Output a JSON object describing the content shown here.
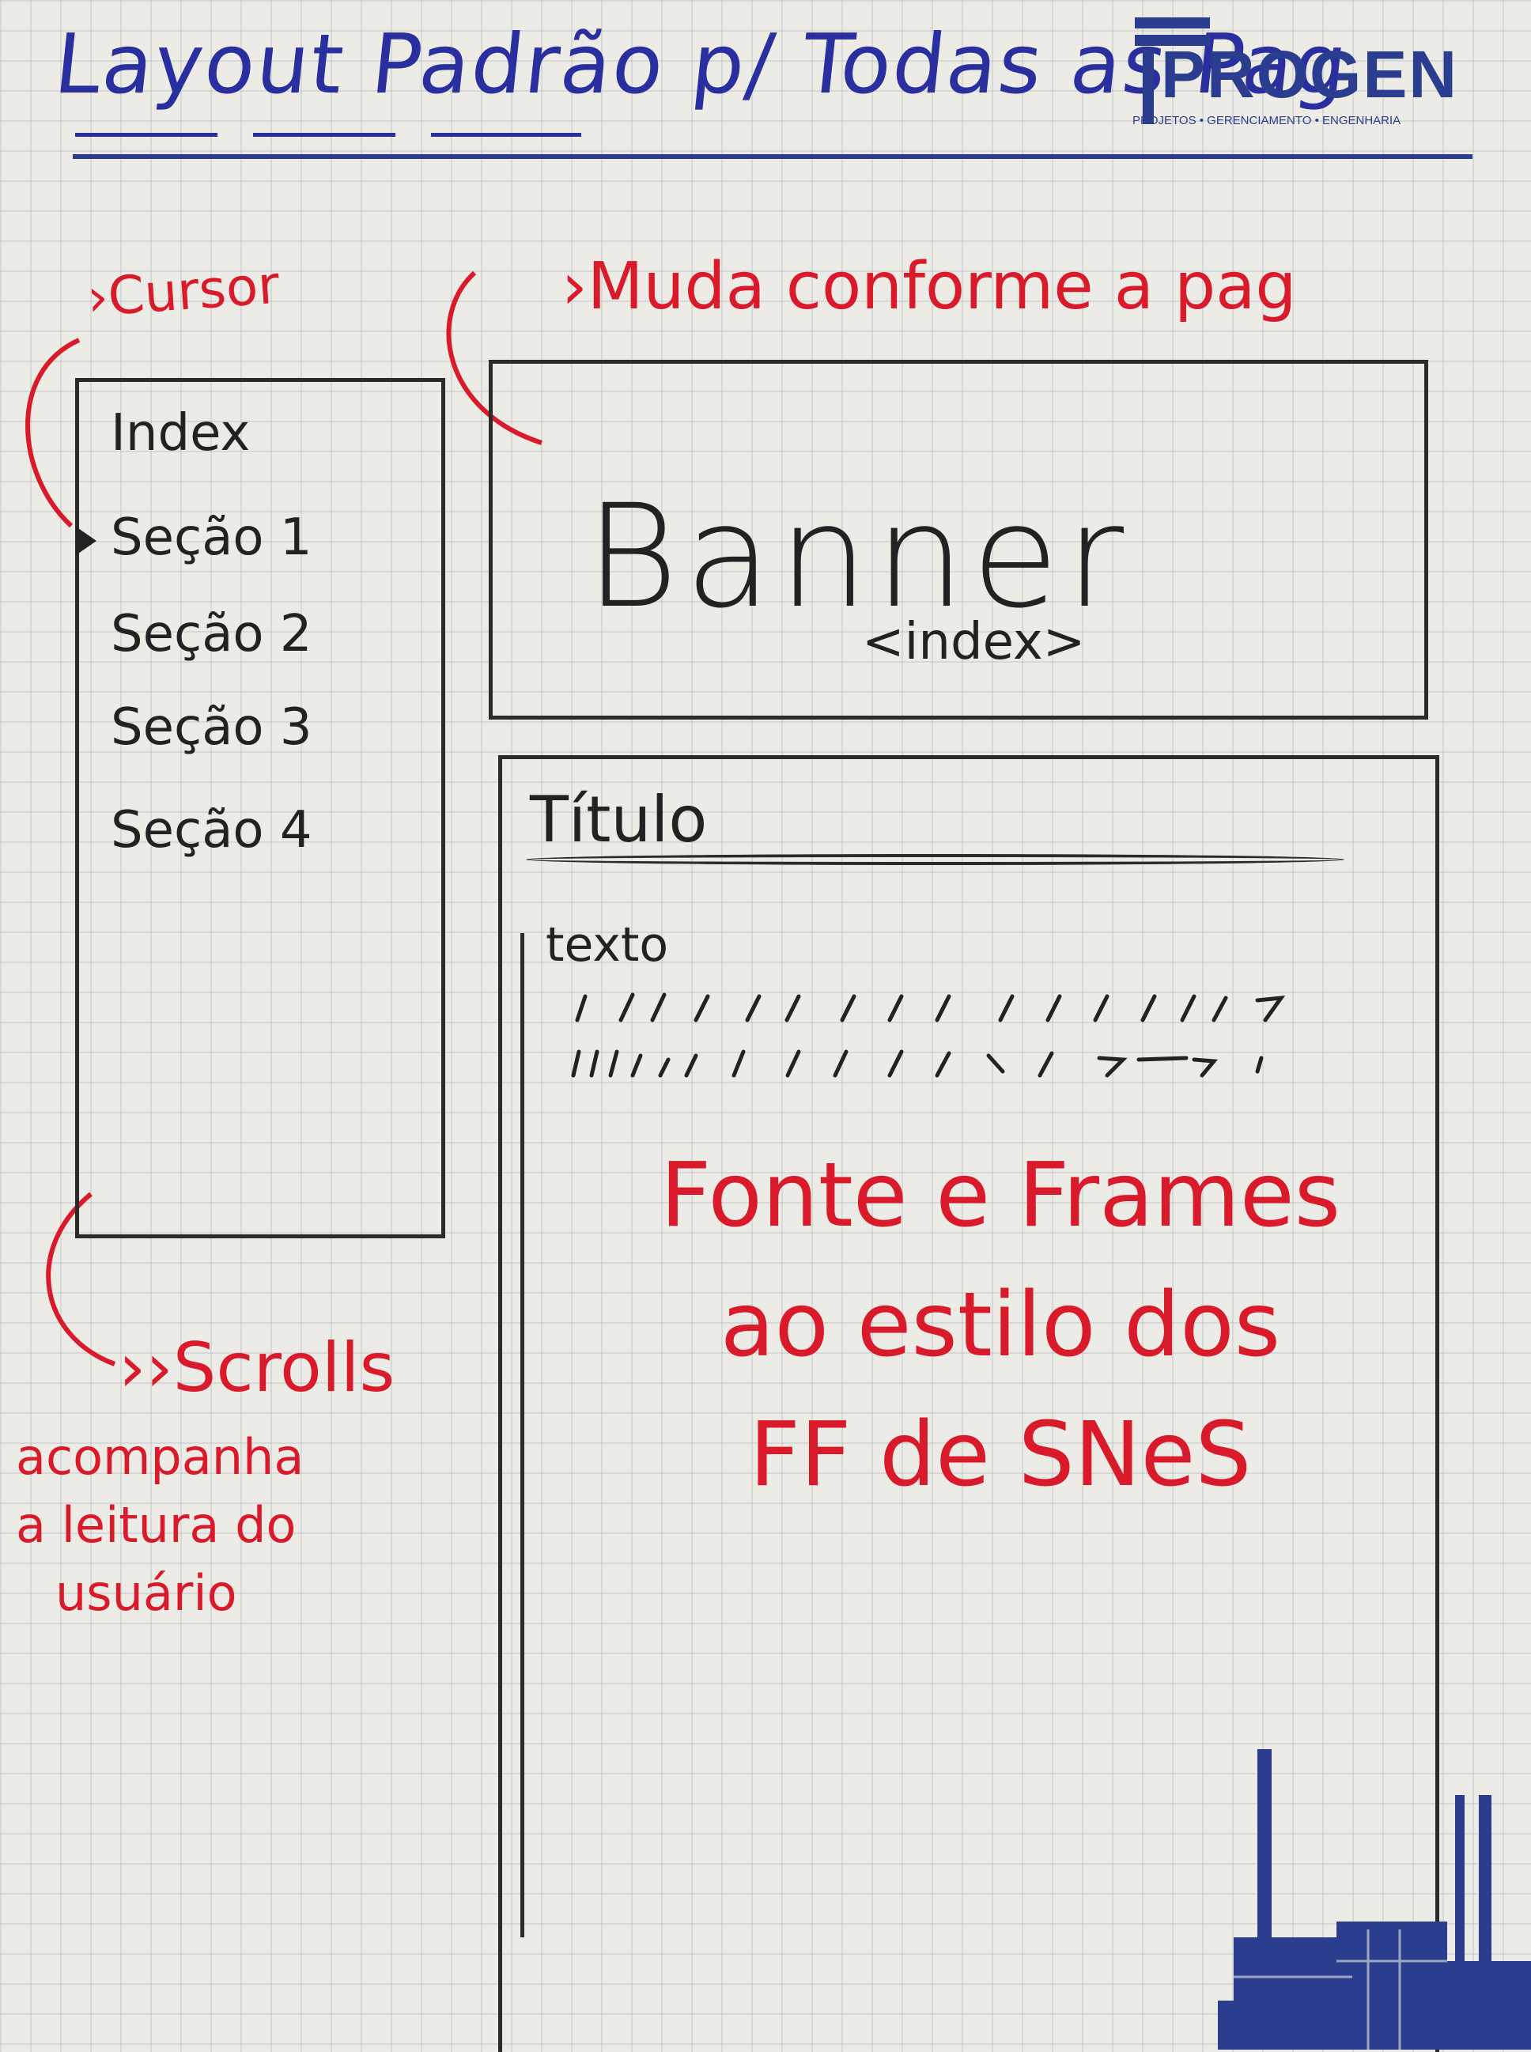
{
  "header": {
    "title": "Layout Padrão p/ Todas as Pag",
    "logo_text": "PROGEN",
    "logo_subtitle": "PROJETOS • GERENCIAMENTO • ENGENHARIA"
  },
  "annotations": {
    "cursor": "Cursor",
    "page_change": "Muda conforme a pag",
    "style_note": [
      "Fonte e Frames",
      "ao estilo dos",
      "FF de SNeS"
    ],
    "scrolls": "Scrolls",
    "scrolls_desc": [
      "acompanha",
      "a leitura do",
      "usuário"
    ]
  },
  "sidebar": {
    "items": [
      {
        "label": "Index"
      },
      {
        "label": "Seção 1"
      },
      {
        "label": "Seção 2"
      },
      {
        "label": "Seção 3"
      },
      {
        "label": "Seção 4"
      }
    ]
  },
  "banner": {
    "label": "Banner",
    "tag": "<index>"
  },
  "content": {
    "title": "Título",
    "text_label": "texto"
  },
  "colors": {
    "blue_ink": "#2a2fa0",
    "red_ink": "#d91a2a",
    "pencil": "#222222",
    "logo_blue": "#2a3d8f"
  }
}
